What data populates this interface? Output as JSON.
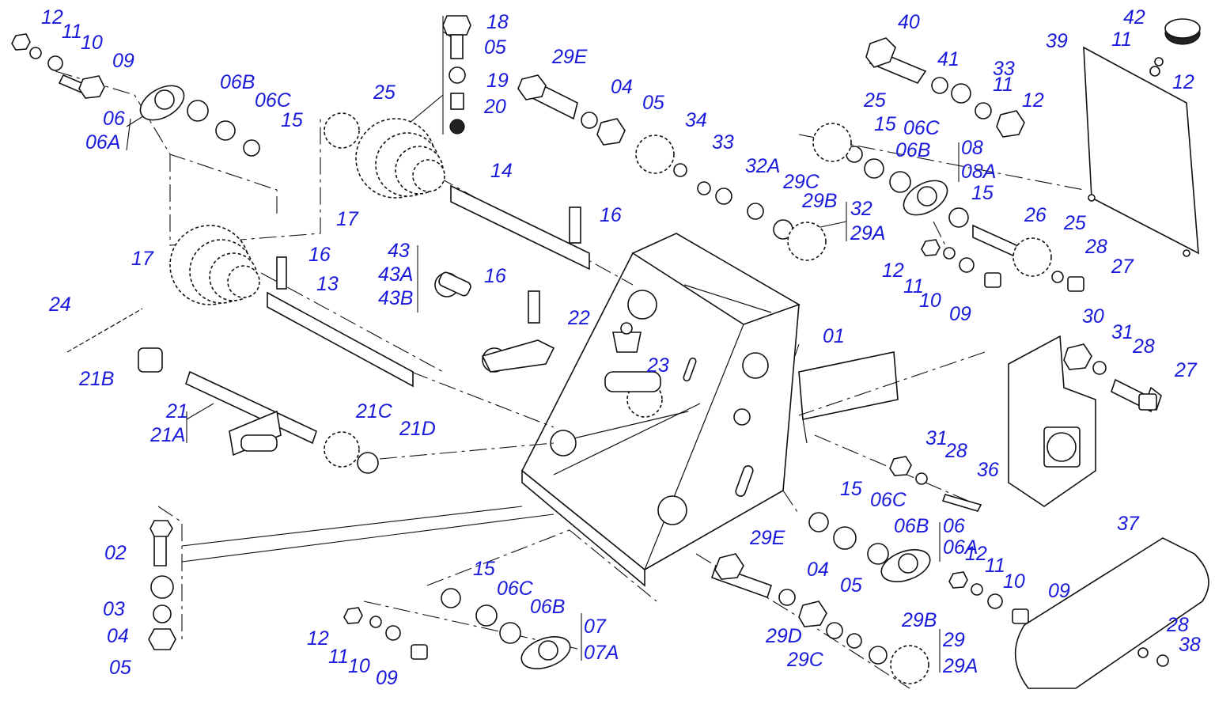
{
  "colors": {
    "callout": "#1a1adb",
    "line": "#111111",
    "background": "#ffffff"
  },
  "labels": [
    "12",
    "11",
    "10",
    "09",
    "06",
    "06A",
    "06B",
    "06C",
    "15",
    "18",
    "05",
    "19",
    "20",
    "25",
    "17",
    "14",
    "29E",
    "04",
    "05",
    "34",
    "33",
    "32A",
    "29C",
    "29B",
    "32",
    "29A",
    "40",
    "41",
    "33",
    "11",
    "12",
    "25",
    "15",
    "06C",
    "06B",
    "08",
    "08A",
    "15",
    "26",
    "25",
    "28",
    "27",
    "12",
    "11",
    "10",
    "09",
    "42",
    "11",
    "12",
    "39",
    "17",
    "16",
    "13",
    "24",
    "43",
    "43A",
    "43B",
    "16",
    "22",
    "23",
    "16",
    "21B",
    "21",
    "21A",
    "21C",
    "21D",
    "01",
    "30",
    "31",
    "28",
    "27",
    "31",
    "28",
    "36",
    "15",
    "06C",
    "06B",
    "06",
    "06A",
    "12",
    "11",
    "10",
    "09",
    "29E",
    "04",
    "05",
    "29D",
    "29C",
    "29B",
    "29",
    "29A",
    "37",
    "28",
    "38",
    "02",
    "03",
    "04",
    "05",
    "15",
    "06C",
    "06B",
    "07",
    "07A",
    "12",
    "11",
    "10",
    "09"
  ]
}
